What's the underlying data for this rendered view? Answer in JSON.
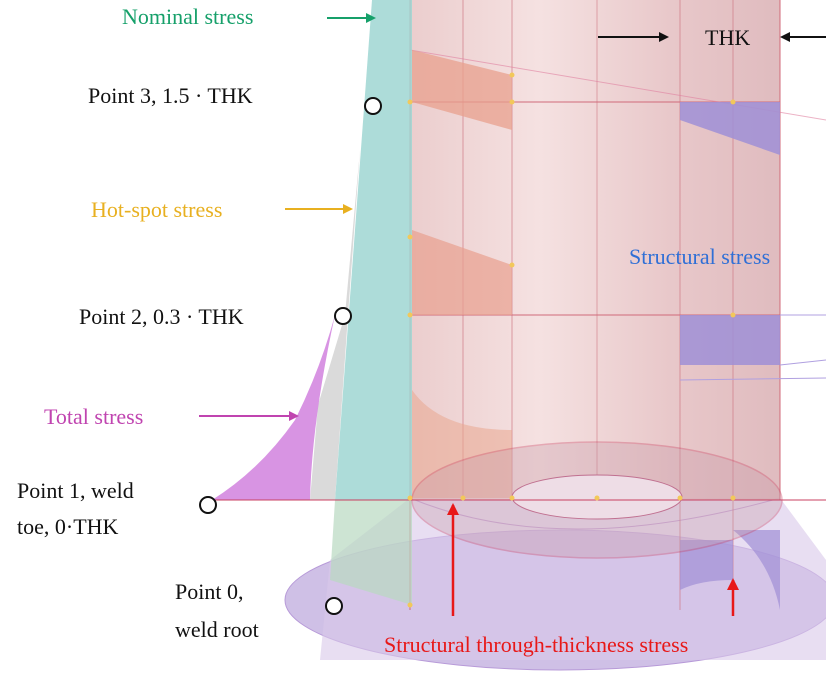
{
  "labels": {
    "nominal_stress": "Nominal stress",
    "thk": "THK",
    "point3": "Point 3, 1.5 · THK",
    "hot_spot_stress": "Hot-spot stress",
    "structural_stress": "Structural stress",
    "point2": "Point 2, 0.3 · THK",
    "total_stress": "Total stress",
    "point1_line1": "Point 1, weld",
    "point1_line2": "toe, 0·THK",
    "point0_line1": "Point 0,",
    "point0_line2": "weld root",
    "through_thickness": "Structural through-thickness stress"
  },
  "colors": {
    "nominal": "#16a06a",
    "hot_spot": "#e8b020",
    "structural": "#2f6fd6",
    "total": "#c044b0",
    "through_thickness": "#e81818",
    "text": "#111111"
  },
  "icons": {
    "point_marker": "circle-marker",
    "arrow": "arrow-icon"
  }
}
